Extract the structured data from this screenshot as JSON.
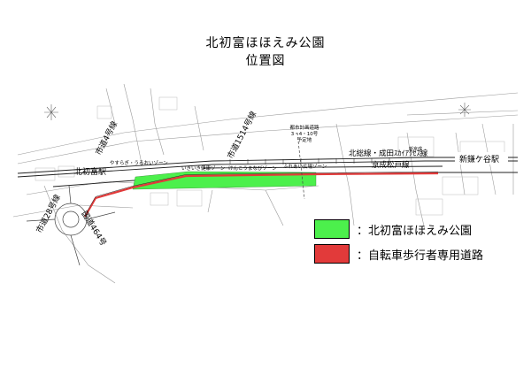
{
  "title": "北初富ほほえみ公園",
  "subtitle": "位置図",
  "map": {
    "road_kendo_4": "市道4号線",
    "road_1514": "市道1514号線",
    "road_28": "市道28号線",
    "road_kokudo_464": "国道464号",
    "line_hokuso": "北総線・成田ｽｶｲｱｸｾｽ線",
    "line_keisei": "京成松戸線",
    "station_kitahatsutomi": "北初富駅",
    "station_shinkamagaya": "新鎌ケ谷駅",
    "plan_road_1": "都市計画道路",
    "plan_road_2": "3・4・10号",
    "plan_road_3": "予定地",
    "zone_yasuragi": "やすらぎ・うるおいゾーン",
    "zone_ikiiki": "いきいき健康ゾーン",
    "zone_kenko": "けんこうまなびゾーン",
    "zone_fureai": "ふれあい広場ゾーン",
    "station_small": "新京成"
  },
  "legend": [
    {
      "label": "：北初富ほほえみ公園",
      "color": "#4cf04c"
    },
    {
      "label": "：自転車歩行者専用道路",
      "color": "#e23a3a"
    }
  ],
  "colors": {
    "park": "#4cf04c",
    "path": "#e23a3a"
  }
}
